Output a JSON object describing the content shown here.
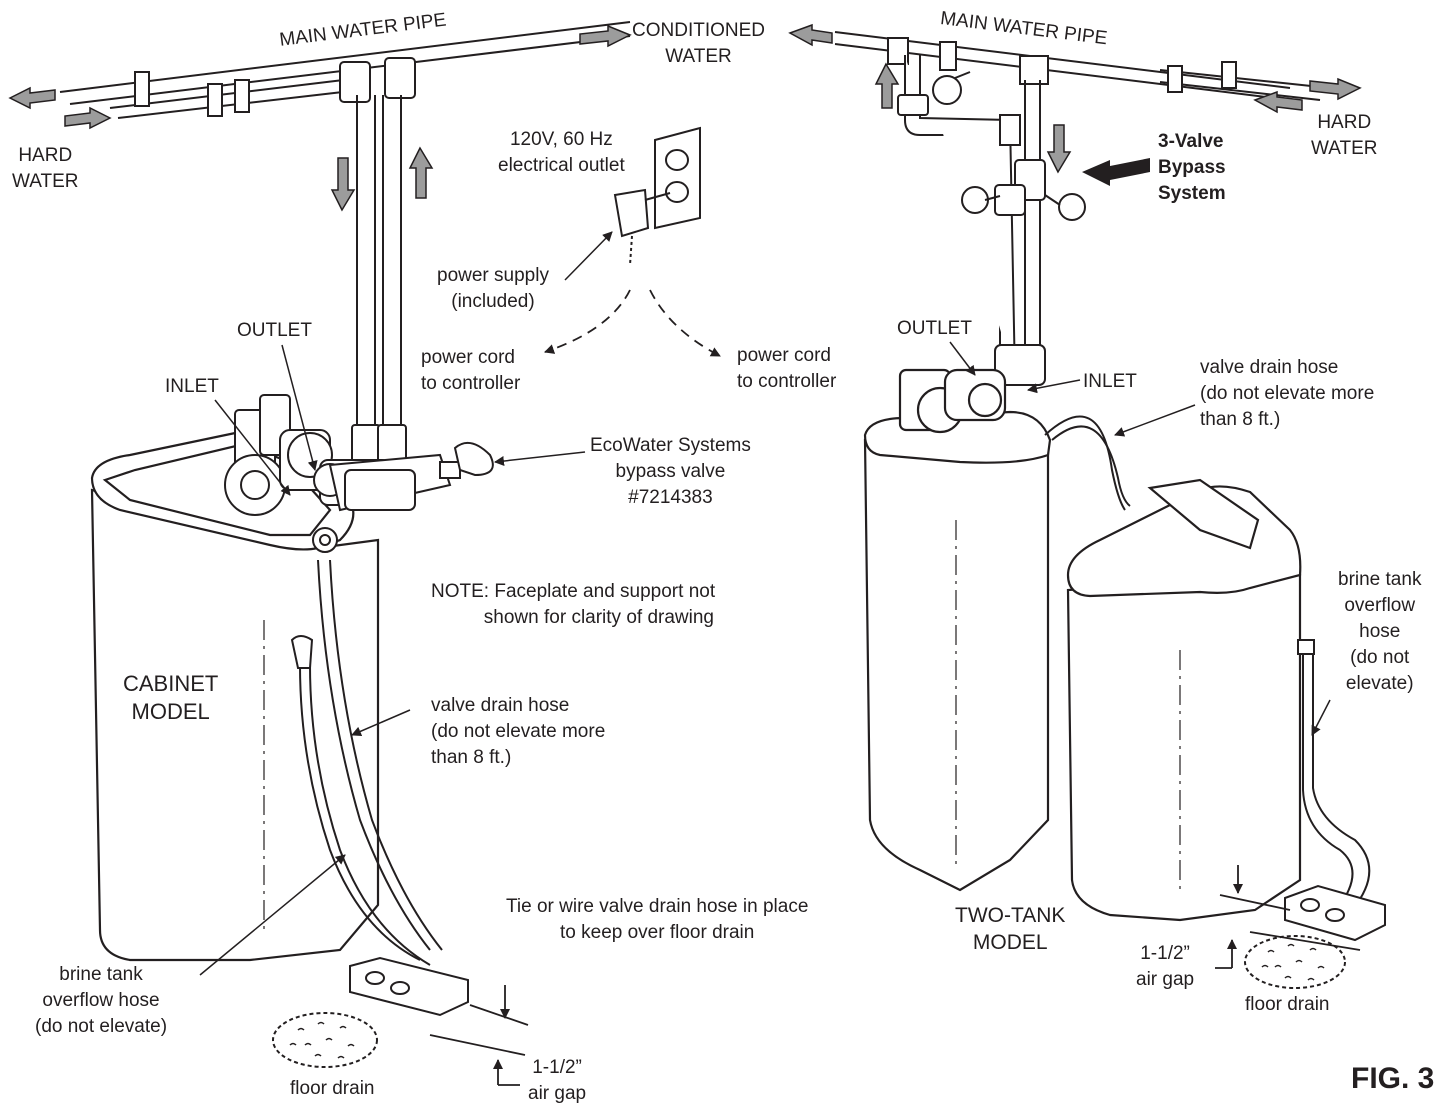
{
  "labels": {
    "main_water_pipe_left": "MAIN WATER PIPE",
    "conditioned_water": "CONDITIONED\nWATER",
    "main_water_pipe_right": "MAIN WATER PIPE",
    "hard_water_left": "HARD\nWATER",
    "hard_water_right": "HARD\nWATER",
    "outlet_spec": "120V, 60 Hz\nelectrical outlet",
    "power_supply": "power supply\n(included)",
    "power_cord_left": "power cord\nto controller",
    "power_cord_right": "power cord\nto controller",
    "outlet_cabinet": "OUTLET",
    "inlet_cabinet": "INLET",
    "bypass_valve": "EcoWater Systems\nbypass valve\n#7214383",
    "note": "NOTE: Faceplate and support not\n          shown for clarity of drawing",
    "cabinet_model": "CABINET\nMODEL",
    "valve_drain_hose_left": "valve drain hose\n(do not elevate more\nthan 8 ft.)",
    "tie_wire": "Tie or wire valve drain hose in place\nto keep over floor drain",
    "brine_overflow_left": "brine tank\noverflow hose\n(do not elevate)",
    "floor_drain_left": "floor drain",
    "air_gap_left": "1-1/2”\nair gap",
    "three_valve_bypass": "3-Valve\nBypass\nSystem",
    "outlet_two_tank": "OUTLET",
    "inlet_two_tank": "INLET",
    "valve_drain_hose_right": "valve drain hose\n(do not elevate more\nthan 8 ft.)",
    "brine_overflow_right": "brine tank\noverflow\nhose\n(do not\nelevate)",
    "two_tank_model": "TWO-TANK\nMODEL",
    "air_gap_right": "1-1/2”\nair gap",
    "floor_drain_right": "floor drain",
    "figure_number": "FIG. 3"
  }
}
